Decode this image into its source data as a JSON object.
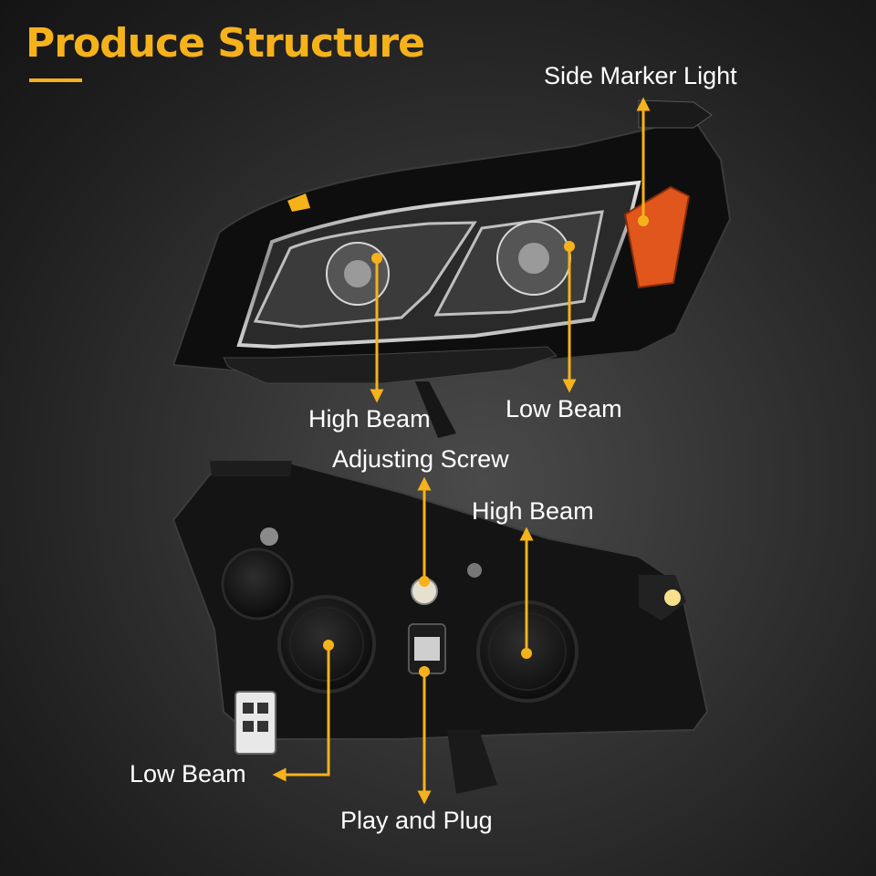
{
  "title": "Produce Structure",
  "colors": {
    "accent": "#f6b21b",
    "label_text": "#ffffff",
    "background": "#2a2a2a"
  },
  "callouts": {
    "side_marker_light": "Side Marker Light",
    "front_high_beam": "High Beam",
    "front_low_beam": "Low Beam",
    "adjusting_screw": "Adjusting Screw",
    "rear_high_beam": "High Beam",
    "rear_low_beam": "Low Beam",
    "play_and_plug": "Play and Plug"
  }
}
